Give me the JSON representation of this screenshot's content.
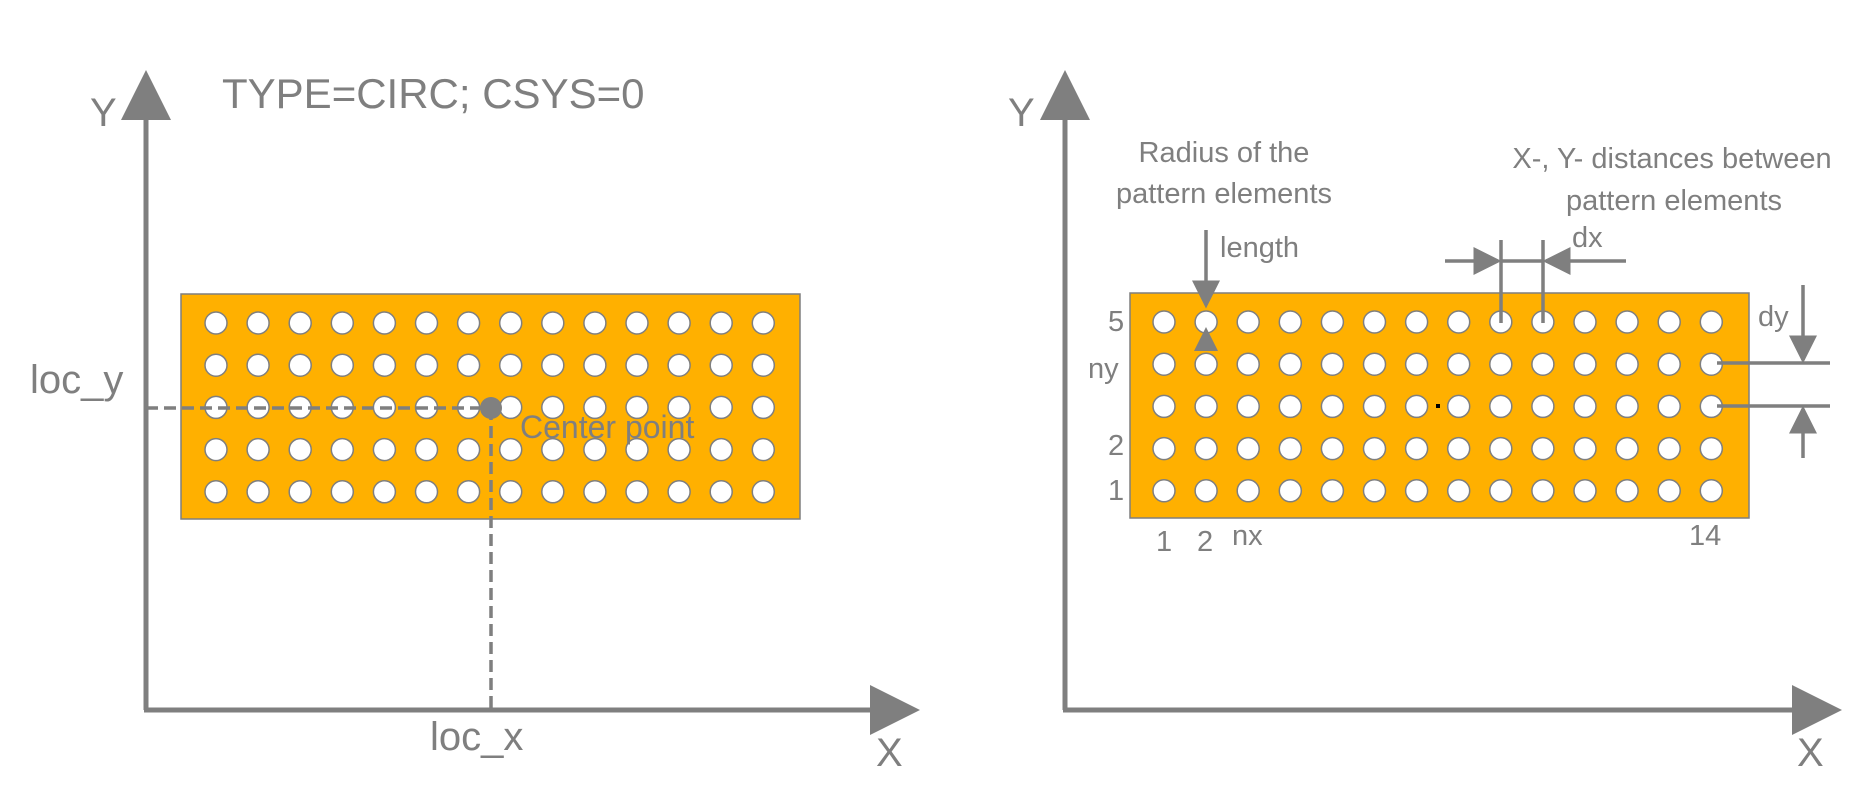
{
  "colors": {
    "axis": "#7f7f7f",
    "plate_fill": "#ffb000",
    "plate_stroke": "#7f7f7f",
    "hole_fill": "#ffffff",
    "text": "#7f7f7f",
    "center_dot": "#808080"
  },
  "pattern": {
    "nx": 14,
    "ny": 5
  },
  "left_panel": {
    "title": "TYPE=CIRC;  CSYS=0",
    "y_axis_label": "Y",
    "x_axis_label": "X",
    "loc_y_label": "loc_y",
    "loc_x_label": "loc_x",
    "center_point_label": "Center point"
  },
  "right_panel": {
    "y_axis_label": "Y",
    "x_axis_label": "X",
    "radius_label_line1": "Radius of the",
    "radius_label_line2": "pattern elements",
    "length_label": "length",
    "distances_label_line1": "X-, Y- distances between",
    "distances_label_line2": "pattern elements",
    "dx_label": "dx",
    "dy_label": "dy",
    "row_label_5": "5",
    "row_label_ny": "ny",
    "row_label_2": "2",
    "row_label_1": "1",
    "col_label_1": "1",
    "col_label_2": "2",
    "col_label_nx": "nx",
    "col_label_14": "14"
  }
}
